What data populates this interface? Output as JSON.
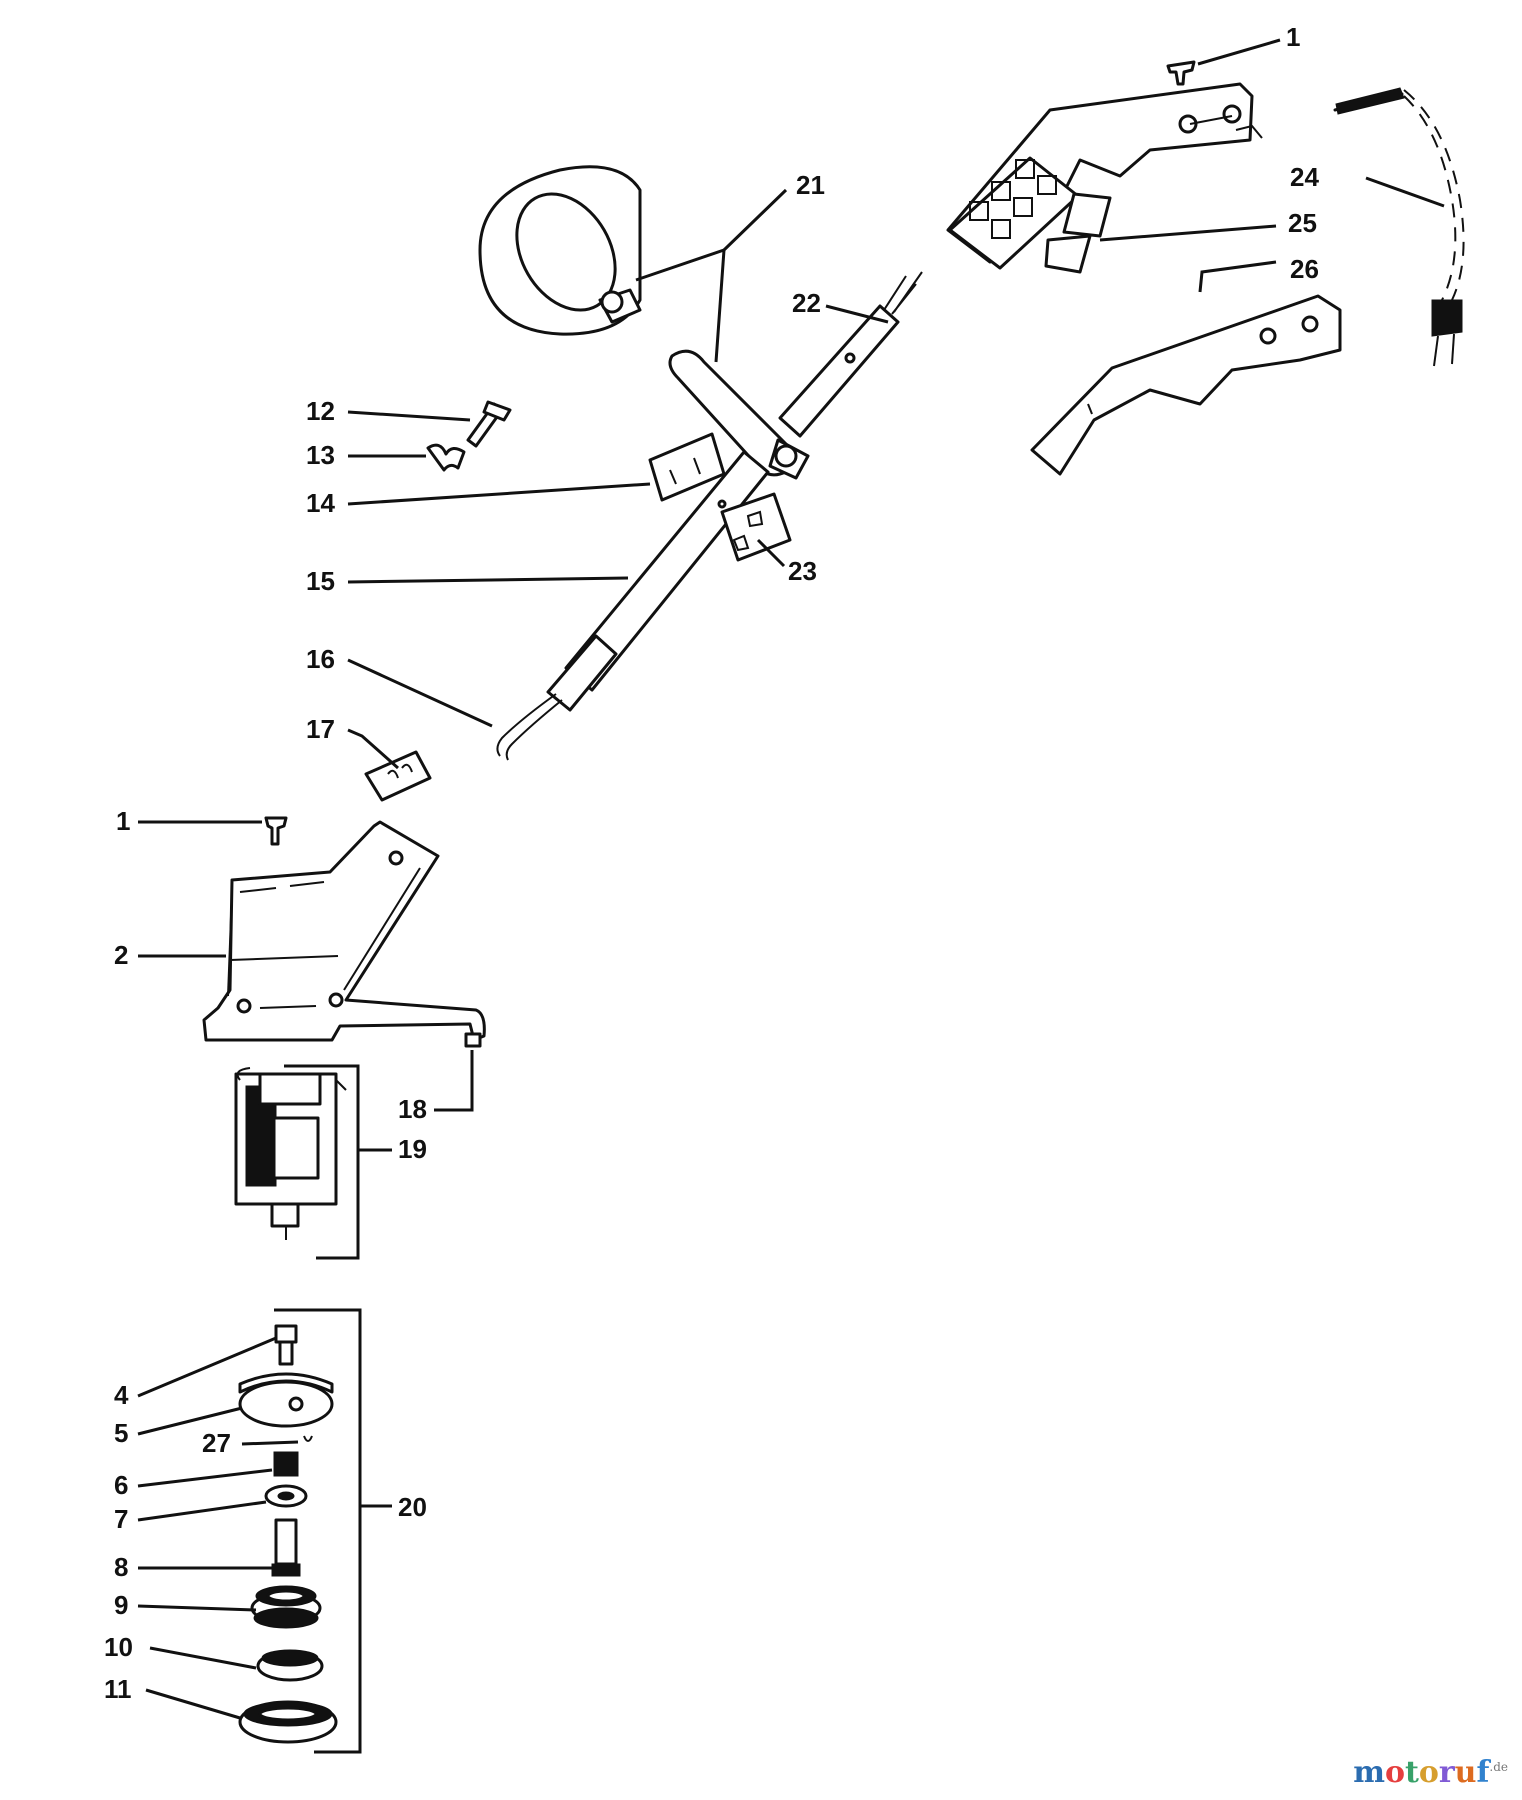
{
  "diagram": {
    "labels": {
      "p1a": "1",
      "p1b": "1",
      "p2": "2",
      "p4": "4",
      "p5": "5",
      "p6": "6",
      "p7": "7",
      "p8": "8",
      "p9": "9",
      "p10": "10",
      "p11": "11",
      "p12": "12",
      "p13": "13",
      "p14": "14",
      "p15": "15",
      "p16": "16",
      "p17": "17",
      "p18": "18",
      "p19": "19",
      "p20": "20",
      "p21": "21",
      "p22": "22",
      "p23": "23",
      "p24": "24",
      "p25": "25",
      "p26": "26",
      "p27": "27"
    }
  },
  "watermark": {
    "text_m": "m",
    "text_o1": "o",
    "text_t": "t",
    "text_o2": "o",
    "text_r": "r",
    "text_u": "u",
    "text_f": "f",
    "suffix": ".de",
    "colors": [
      "#2b6cb0",
      "#e53e3e",
      "#38a169",
      "#d69e2e",
      "#805ad5",
      "#dd6b20",
      "#3182ce"
    ]
  }
}
